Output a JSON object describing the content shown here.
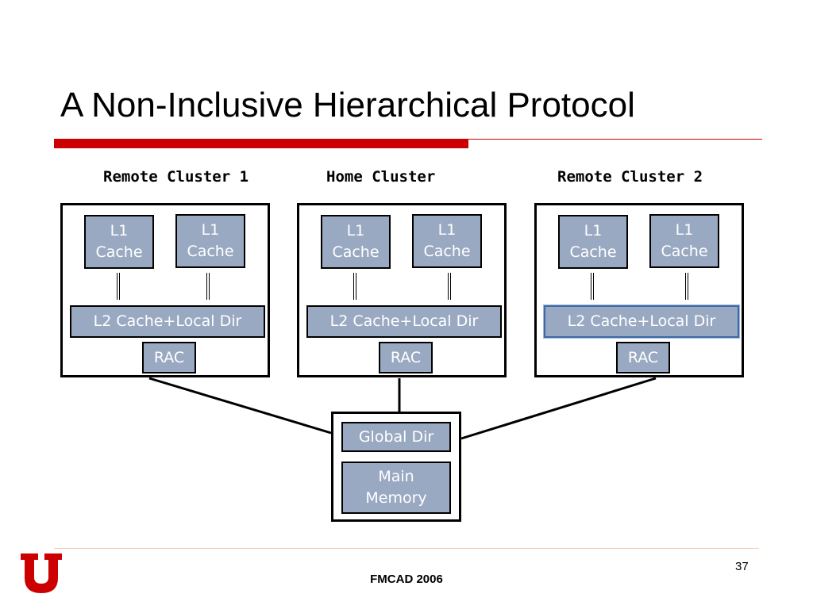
{
  "slide": {
    "title": "A Non-Inclusive Hierarchical Protocol",
    "footer": "FMCAD 2006",
    "page_number": "37",
    "accent_color": "#cc0000",
    "box_fill_color": "#9aa9c2"
  },
  "clusters": [
    {
      "label": "Remote Cluster 1",
      "l1_boxes": [
        {
          "line1": "L1",
          "line2": "Cache"
        },
        {
          "line1": "L1",
          "line2": "Cache"
        }
      ],
      "l2": "L2 Cache+Local Dir",
      "rac": "RAC"
    },
    {
      "label": "Home Cluster",
      "l1_boxes": [
        {
          "line1": "L1",
          "line2": "Cache"
        },
        {
          "line1": "L1",
          "line2": "Cache"
        }
      ],
      "l2": "L2 Cache+Local Dir",
      "rac": "RAC"
    },
    {
      "label": "Remote Cluster 2",
      "l1_boxes": [
        {
          "line1": "L1",
          "line2": "Cache"
        },
        {
          "line1": "L1",
          "line2": "Cache"
        }
      ],
      "l2": "L2 Cache+Local Dir",
      "rac": "RAC"
    }
  ],
  "global": {
    "directory": "Global Dir",
    "memory_line1": "Main",
    "memory_line2": "Memory"
  },
  "icons": {
    "logo": "university-u-logo-icon"
  }
}
